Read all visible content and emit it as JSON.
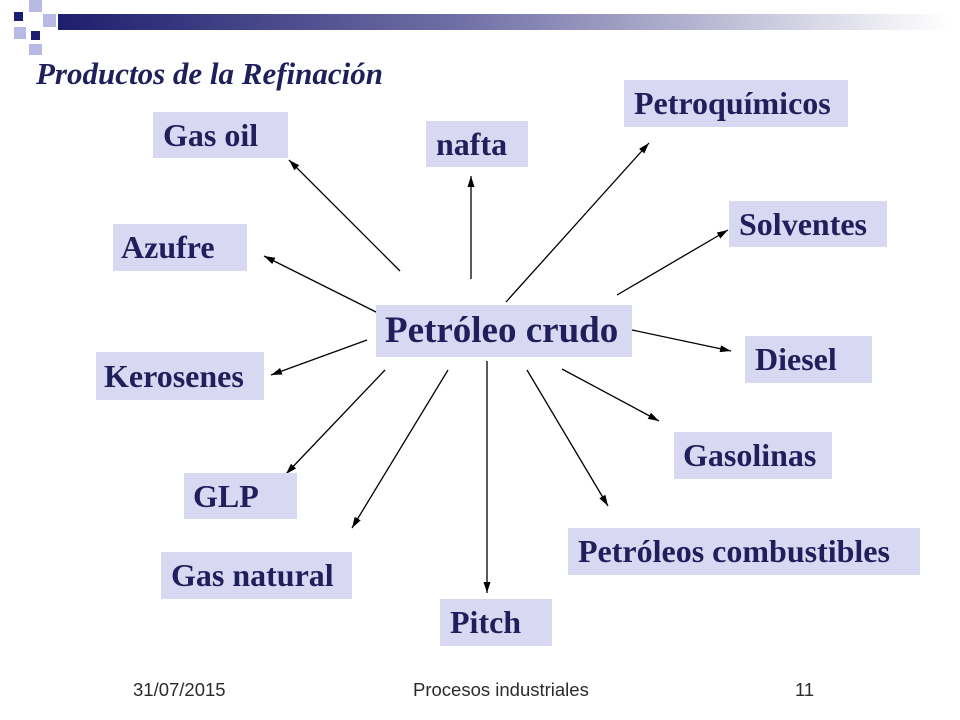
{
  "slide": {
    "title": "Productos de la Refinación",
    "center_node": "Petróleo crudo",
    "products": [
      {
        "label": "Gas oil"
      },
      {
        "label": "nafta"
      },
      {
        "label": "Petroquímicos"
      },
      {
        "label": "Solventes"
      },
      {
        "label": "Azufre"
      },
      {
        "label": "Diesel"
      },
      {
        "label": "Kerosenes"
      },
      {
        "label": "Gasolinas"
      },
      {
        "label": "GLP"
      },
      {
        "label": "Petróleos combustibles"
      },
      {
        "label": "Gas natural"
      },
      {
        "label": "Pitch"
      }
    ]
  },
  "footer": {
    "date": "31/07/2015",
    "center_text": "Procesos industriales",
    "page_number": "11"
  },
  "colors": {
    "node_fill": "#D8D8F2",
    "text": "#1F1F5B",
    "header_bar": "#1E1E6E",
    "accent_square": "#1C1C72",
    "light_square": "#B9B9E6",
    "arrow": "#000000"
  }
}
